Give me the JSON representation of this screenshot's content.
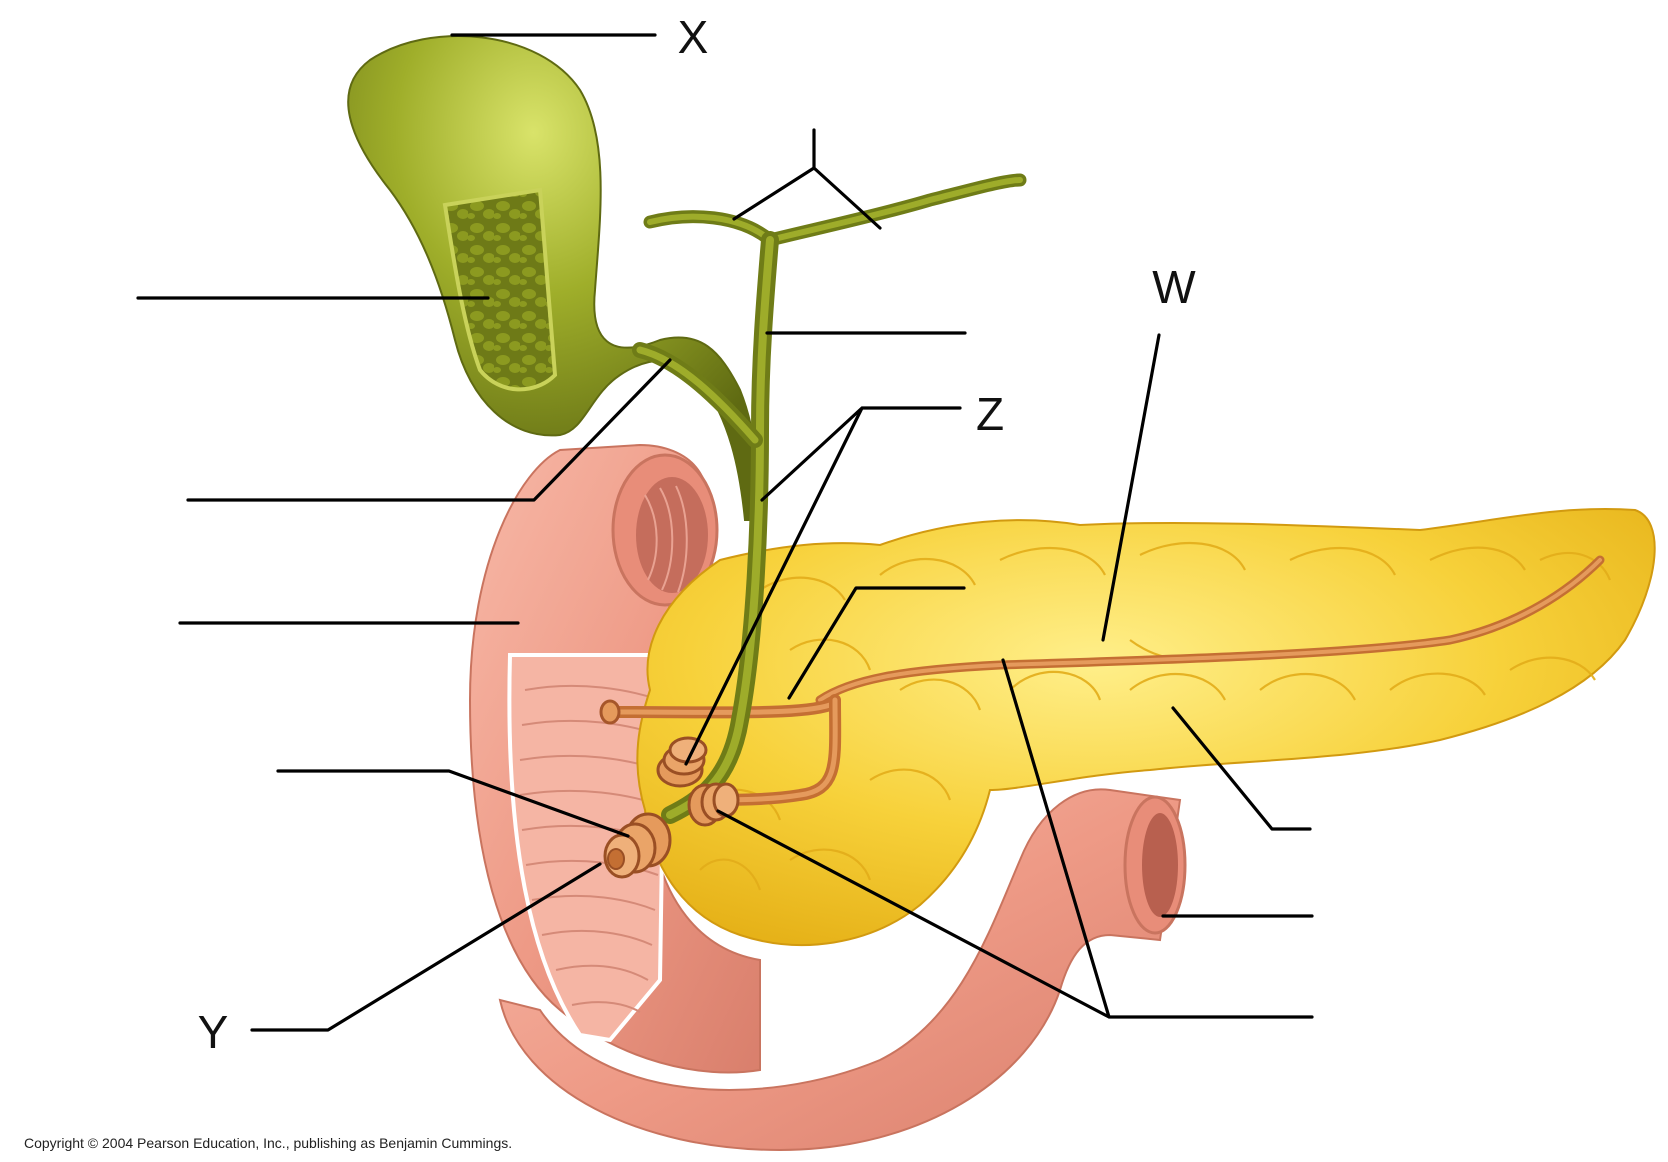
{
  "labels": {
    "x": "X",
    "w": "W",
    "z": "Z",
    "y": "Y"
  },
  "copyright": "Copyright © 2004 Pearson Education, Inc., publishing as Benjamin Cummings.",
  "colors": {
    "gallbladder": "#8e9a1f",
    "bile_duct": "#7f8d1c",
    "duodenum": "#ef9d8a",
    "pancreas": "#f4c81c",
    "pancreatic_duct": "#d17c3e",
    "leader_line": "#000000"
  }
}
